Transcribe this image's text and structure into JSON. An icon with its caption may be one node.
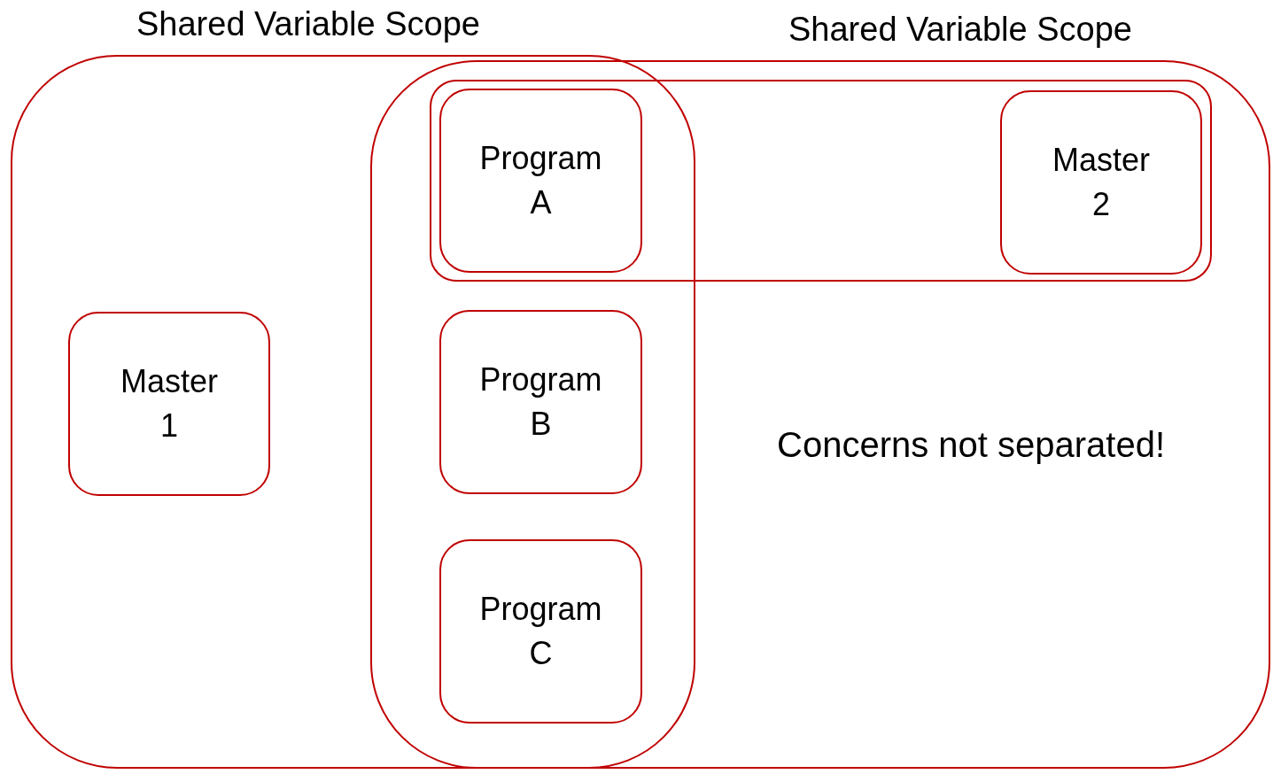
{
  "diagram": {
    "nodes": [
      {
        "text": [
          "Shared Variable Scope"
        ]
      },
      {
        "text": [
          "Shared Variable Scope"
        ]
      },
      {
        "text": [],
        "shape": "box",
        "in": 1
      },
      {
        "text": [
          "Program A"
        ]
      },
      {
        "text": [
          "Master 2"
        ],
        "in": 2
      },
      {
        "text": [
          "Master 1"
        ],
        "in": 0
      },
      {
        "text": [
          "Program B"
        ]
      },
      {
        "text": [
          "Program C"
        ]
      }
    ],
    "labels": [
      "Concerns not separated!"
    ]
  }
}
